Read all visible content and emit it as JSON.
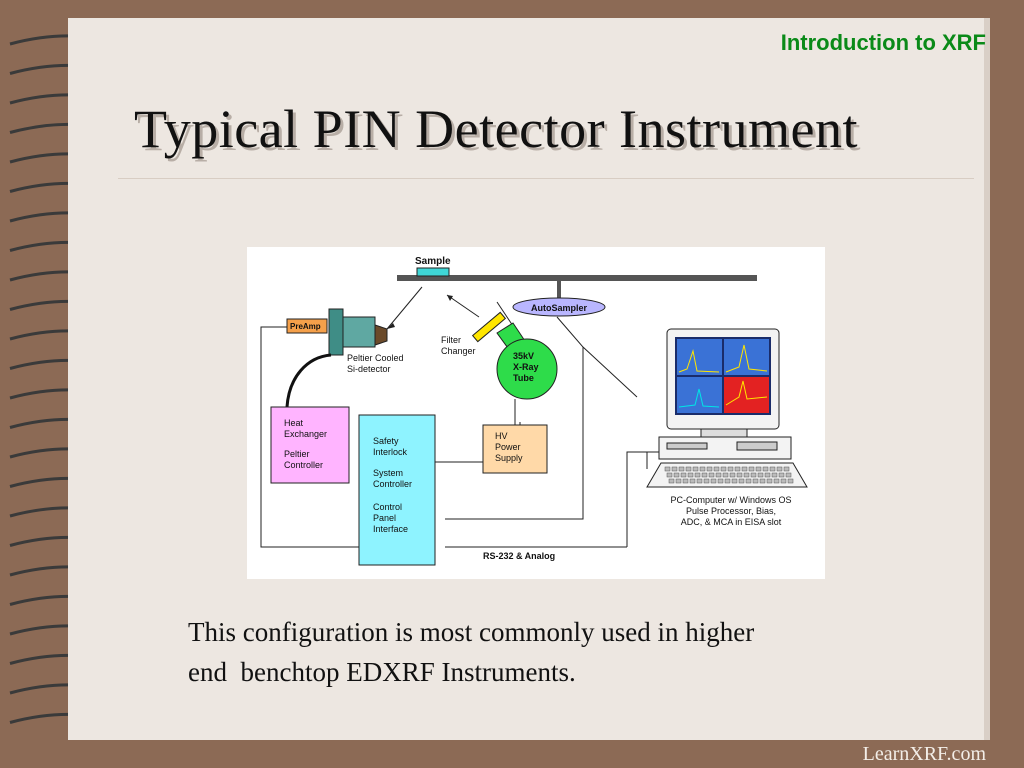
{
  "slide": {
    "kicker": "Introduction to XRF",
    "title": "Typical PIN Detector Instrument",
    "caption_line1": "This configuration is most commonly used in higher",
    "caption_line2": "end  benchtop EDXRF Instruments.",
    "footer": "LearnXRF.com"
  },
  "diagram": {
    "sample": "Sample",
    "autosampler": "AutoSampler",
    "preamp": "PreAmp",
    "filter_changer_1": "Filter",
    "filter_changer_2": "Changer",
    "detector_1": "Peltier Cooled",
    "detector_2": "Si-detector",
    "tube_1": "35kV",
    "tube_2": "X-Ray",
    "tube_3": "Tube",
    "heat_1": "Heat",
    "heat_2": "Exchanger",
    "heat_3": "Peltier",
    "heat_4": "Controller",
    "ctrl_1": "Safety",
    "ctrl_2": "Interlock",
    "ctrl_3": "System",
    "ctrl_4": "Controller",
    "ctrl_5": "Control",
    "ctrl_6": "Panel",
    "ctrl_7": "Interface",
    "hv_1": "HV",
    "hv_2": "Power",
    "hv_3": "Supply",
    "pc_1": "PC-Computer w/ Windows OS",
    "pc_2": "Pulse Processor, Bias,",
    "pc_3": "ADC, & MCA in EISA slot",
    "link": "RS-232 & Analog"
  },
  "colors": {
    "kicker": "#0a8a18",
    "preamp": "#f5a04a",
    "autosampler": "#b9b6ff",
    "tube": "#2edc4a",
    "heat_exchanger": "#ffb4ff",
    "controller": "#8ef3ff",
    "hv_supply": "#ffd9a8",
    "detector": "#3f8d86",
    "sample": "#3fd6d6"
  }
}
